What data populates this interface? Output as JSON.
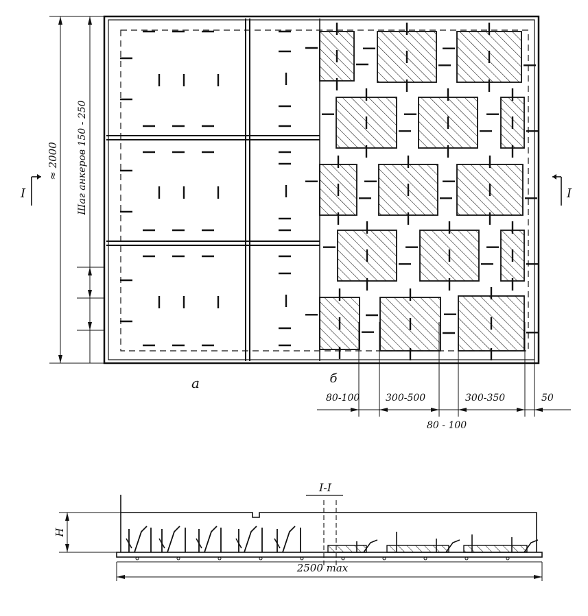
{
  "colors": {
    "ink": "#111111",
    "paper": "#ffffff"
  },
  "plan": {
    "left_variant_label": "а",
    "right_variant_label": "б",
    "height_dimension": "≈ 2000",
    "anchor_pitch_label": "Шаг анкеров  150 - 250",
    "section_mark_left": "I",
    "section_mark_right": "I"
  },
  "dimensions_bottom": {
    "gap_a": "80-100",
    "tile_width": "300-500",
    "tile_width_2": "300-350",
    "edge": "50",
    "gap_b": "80 - 100"
  },
  "section": {
    "title": "I-I",
    "height_label": "H",
    "length_label": "2500 max"
  }
}
